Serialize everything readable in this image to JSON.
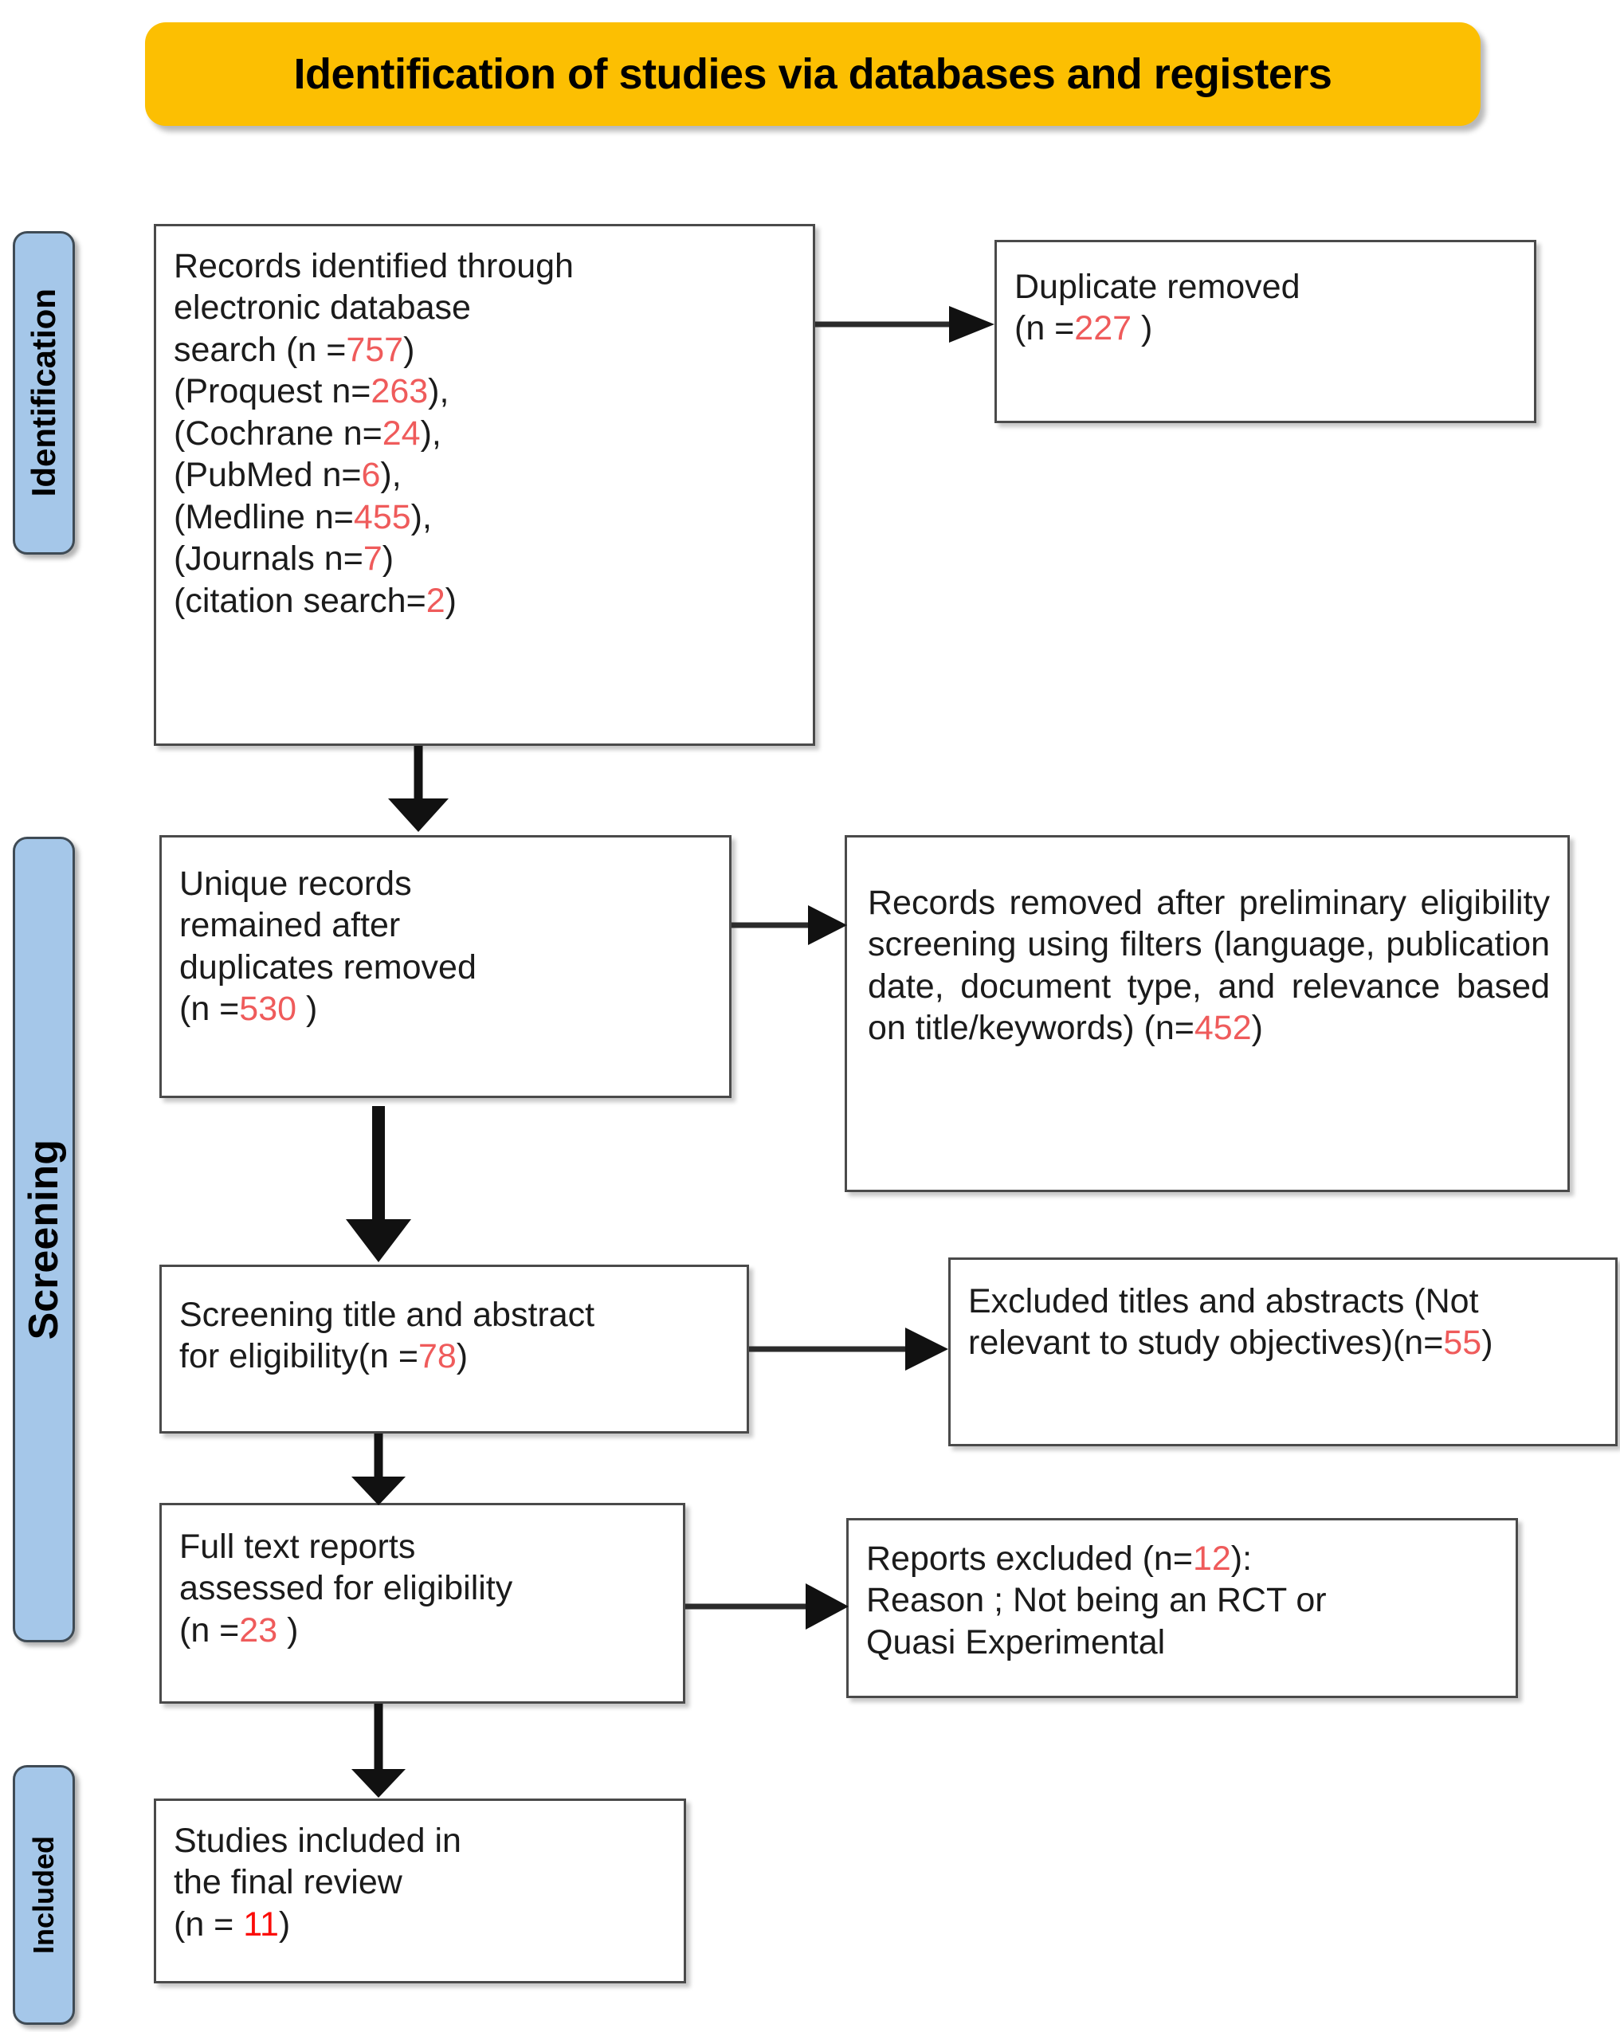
{
  "banner": {
    "title": "Identification of studies via databases and registers",
    "color": "#fcbf02"
  },
  "stages": {
    "identification": "Identification",
    "screening": "Screening",
    "included": "Included",
    "color": "#a5c7e9"
  },
  "colors": {
    "number_red": "#ef5b5b",
    "number_bright_red": "#fb0c08",
    "box_border": "#4a4a4a",
    "background": "#ffffff"
  },
  "boxes": {
    "records_identified": {
      "lines": [
        "Records identified through",
        "electronic database",
        "search (n =757)",
        "(Proquest n=263),",
        "(Cochrane n=24),",
        "(PubMed n=6),",
        "(Medline n=455),",
        "(Journals n=7)",
        "(citation search=2)"
      ],
      "label": "Records identified through electronic database search",
      "total": "757",
      "sources": [
        {
          "name": "Proquest",
          "n": "263"
        },
        {
          "name": "Cochrane",
          "n": "24"
        },
        {
          "name": "PubMed",
          "n": "6"
        },
        {
          "name": "Medline",
          "n": "455"
        },
        {
          "name": "Journals",
          "n": "7"
        },
        {
          "name": "citation search",
          "n": "2"
        }
      ]
    },
    "duplicate_removed": {
      "label": "Duplicate removed",
      "n": "227",
      "n_prefix": "(n =",
      "n_suffix": " )"
    },
    "unique_records": {
      "lines": [
        "Unique records",
        "remained after",
        "duplicates removed"
      ],
      "label": "Unique records remained after duplicates removed",
      "n": "530",
      "n_prefix": "(n =",
      "n_suffix": " )"
    },
    "records_removed": {
      "text": "Records removed after preliminary eligibility screening using filters (language, publication date, document type, and relevance based on title/keywords) (n=",
      "n": "452",
      "n_suffix": ")"
    },
    "screening_title": {
      "line1": "Screening title and abstract",
      "line2_prefix": "for eligibility(n =",
      "n": "78",
      "line2_suffix": ")"
    },
    "excluded_titles": {
      "text": "Excluded titles and abstracts (Not relevant to study objectives)(n=",
      "n": "55",
      "suffix": ")"
    },
    "full_text": {
      "lines": [
        "Full text reports",
        "assessed for eligibility"
      ],
      "n_prefix": "(n =",
      "n": "23",
      "n_suffix": " )"
    },
    "reports_excluded": {
      "line1_prefix": "Reports excluded (n=",
      "n": "12",
      "line1_suffix": "):",
      "line2": "Reason ; Not being an RCT or",
      "line3": "Quasi Experimental"
    },
    "studies_included": {
      "lines": [
        "Studies included in",
        "the final review"
      ],
      "n_prefix": "(n = ",
      "n": "11",
      "n_suffix": ")"
    }
  }
}
